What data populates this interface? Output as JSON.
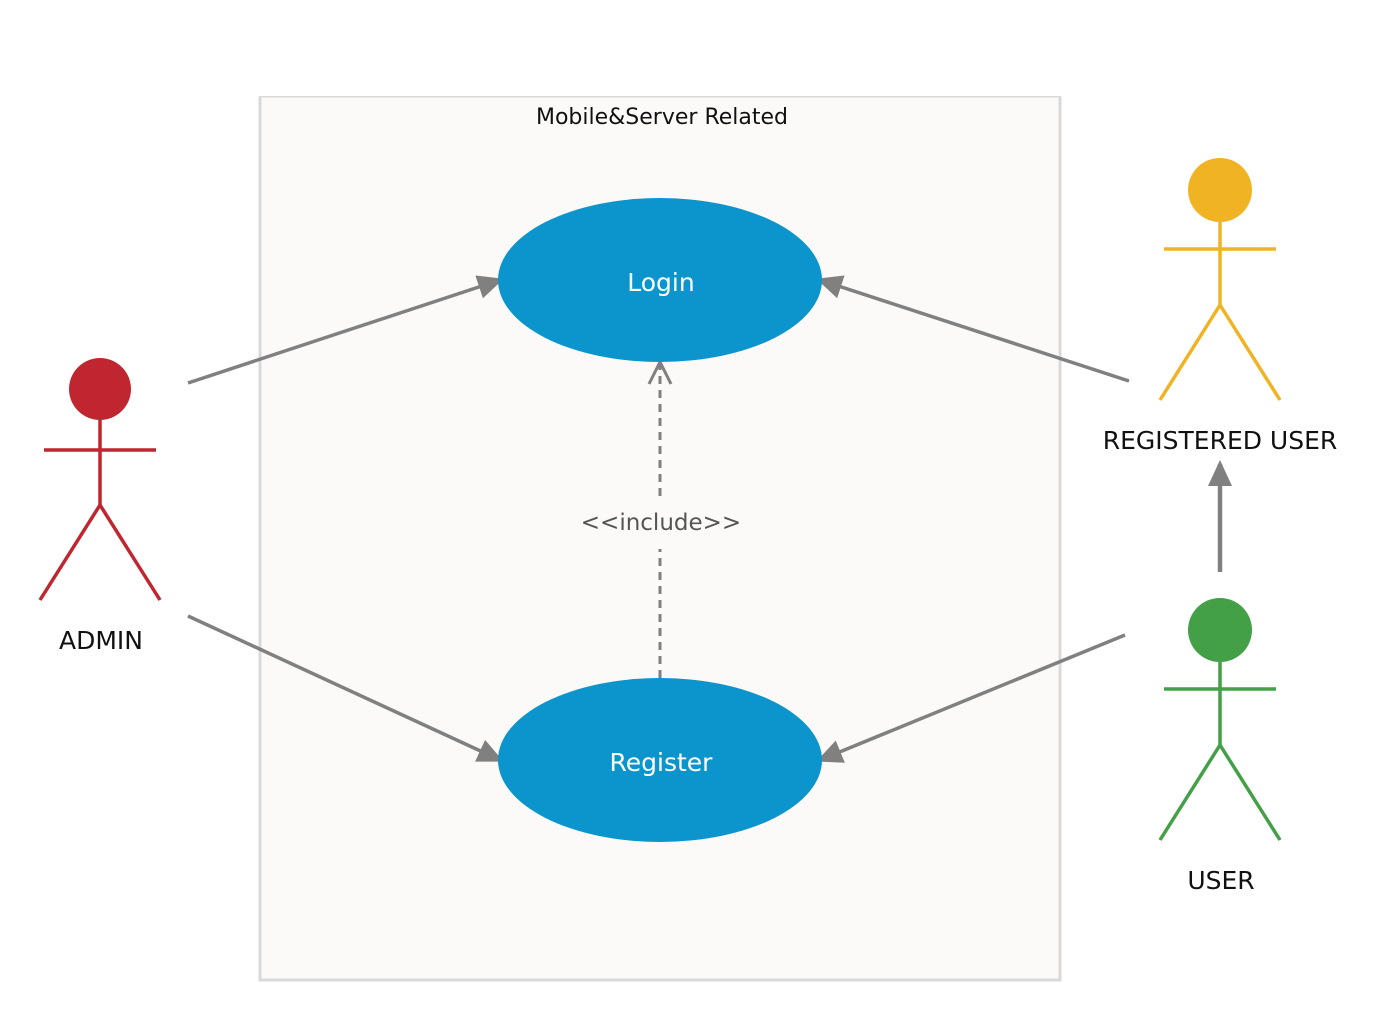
{
  "colors": {
    "boundary_fill": "#fbfaf8",
    "boundary_stroke": "#d9d9d9",
    "usecase_fill": "#0b95cc",
    "association": "#808080",
    "admin": "#c0262f",
    "registered_user": "#f0b323",
    "user": "#43a047"
  },
  "system": {
    "title": "Mobile&Server Related"
  },
  "use_cases": {
    "login": "Login",
    "register": "Register"
  },
  "actors": {
    "admin": "ADMIN",
    "registered_user": "REGISTERED USER",
    "user": "USER"
  },
  "relations": {
    "include": "<<include>>"
  }
}
